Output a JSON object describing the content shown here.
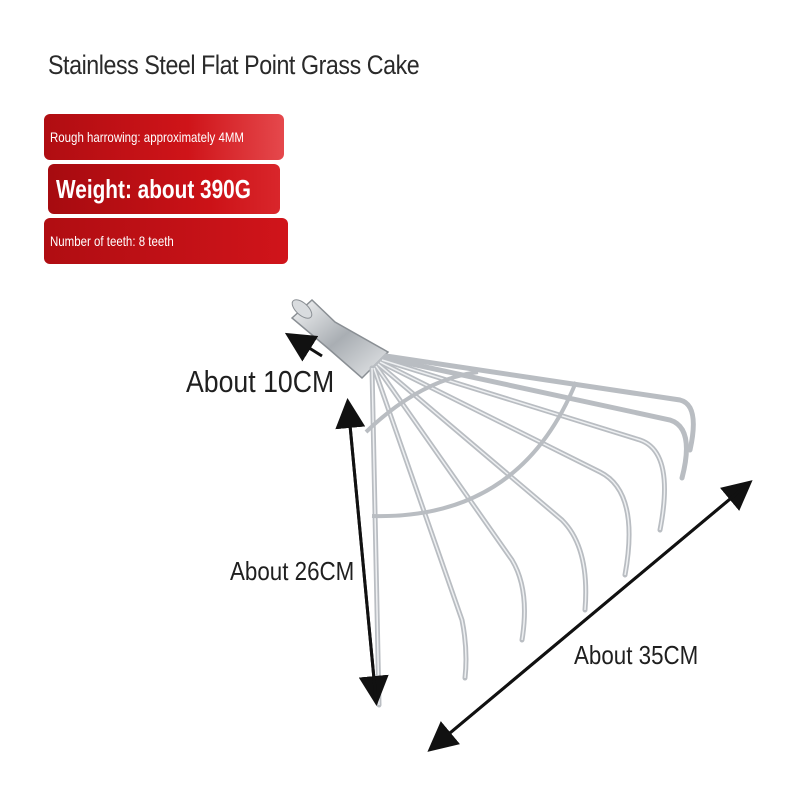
{
  "title": "Stainless Steel Flat Point Grass Cake",
  "specs": {
    "rough_harrowing": "Rough harrowing: approximately 4MM",
    "weight": "Weight: about 390G",
    "teeth": "Number of teeth: 8 teeth"
  },
  "dimensions": {
    "socket": "About 10CM",
    "length": "About 26CM",
    "width": "About 35CM"
  },
  "colors": {
    "banner_red": "#cc1217",
    "steel": "#c8ccd0",
    "arrow": "#111111"
  }
}
